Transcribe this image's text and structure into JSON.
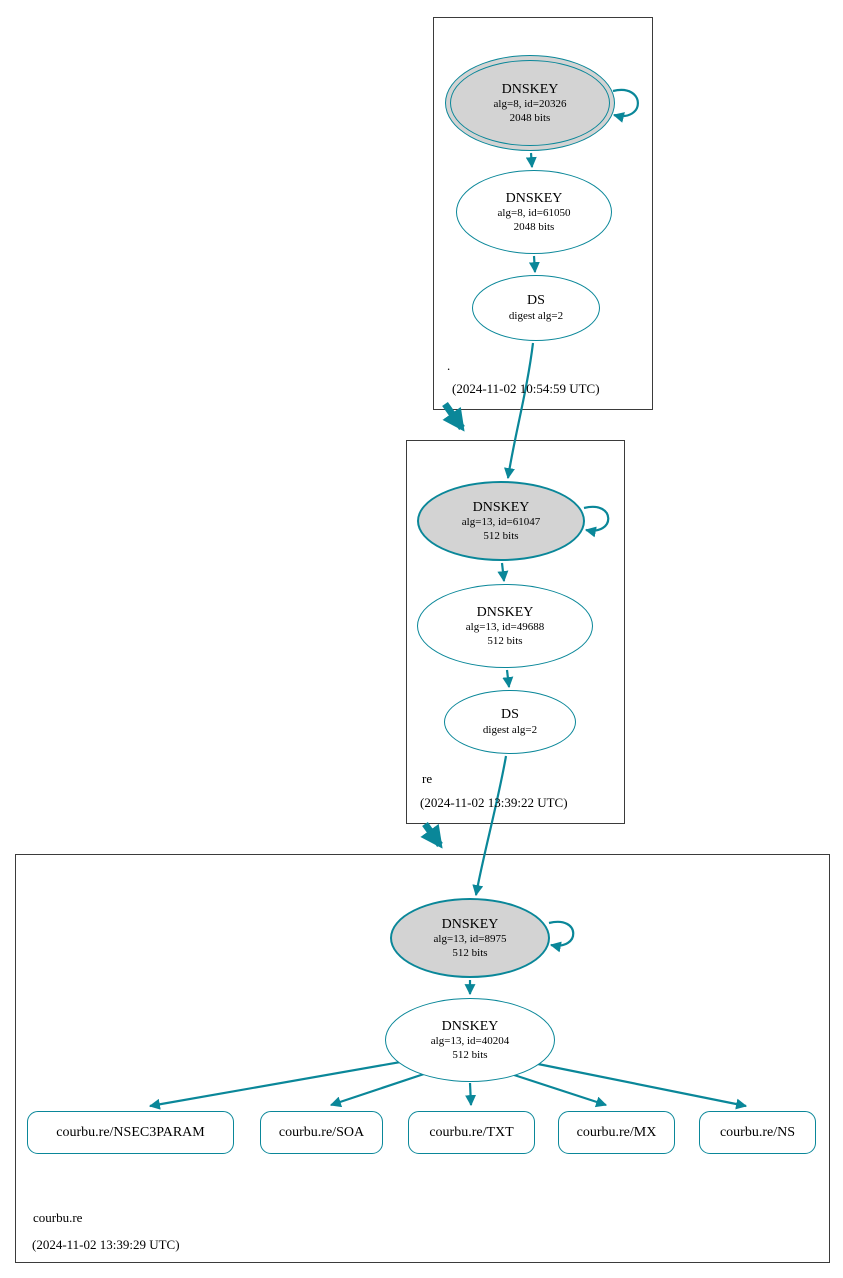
{
  "colors": {
    "secure": "#0a8799",
    "ksk_fill": "#d3d3d3",
    "node_fill": "#ffffff",
    "box_border": "#3b3b3b"
  },
  "zones": [
    {
      "name": ".",
      "timestamp": "(2024-11-02 10:54:59 UTC)",
      "ksk": {
        "title": "DNSKEY",
        "line2": "alg=8, id=20326",
        "line3": "2048 bits"
      },
      "zsk": {
        "title": "DNSKEY",
        "line2": "alg=8, id=61050",
        "line3": "2048 bits"
      },
      "ds": {
        "title": "DS",
        "line2": "digest alg=2"
      }
    },
    {
      "name": "re",
      "timestamp": "(2024-11-02 13:39:22 UTC)",
      "ksk": {
        "title": "DNSKEY",
        "line2": "alg=13, id=61047",
        "line3": "512 bits"
      },
      "zsk": {
        "title": "DNSKEY",
        "line2": "alg=13, id=49688",
        "line3": "512 bits"
      },
      "ds": {
        "title": "DS",
        "line2": "digest alg=2"
      }
    },
    {
      "name": "courbu.re",
      "timestamp": "(2024-11-02 13:39:29 UTC)",
      "ksk": {
        "title": "DNSKEY",
        "line2": "alg=13, id=8975",
        "line3": "512 bits"
      },
      "zsk": {
        "title": "DNSKEY",
        "line2": "alg=13, id=40204",
        "line3": "512 bits"
      },
      "rrsets": [
        "courbu.re/NSEC3PARAM",
        "courbu.re/SOA",
        "courbu.re/TXT",
        "courbu.re/MX",
        "courbu.re/NS"
      ]
    }
  ]
}
